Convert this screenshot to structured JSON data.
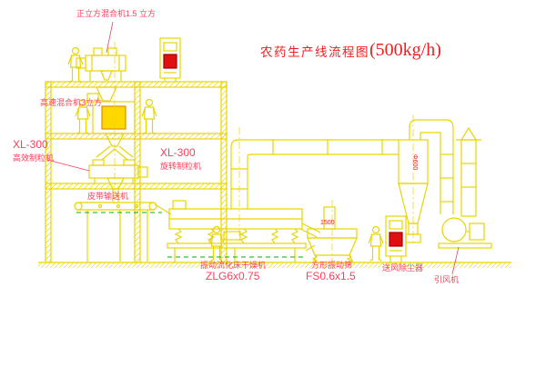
{
  "diagram": {
    "title": {
      "main": "农药生产线流程图",
      "capacity": "(500kg/h)"
    },
    "equipment_labels": {
      "cube_mixer": "正立方混合机1.5 立方",
      "high_speed_mixer": "高速混合机3立方",
      "granulator_left": {
        "model": "XL-300",
        "name": "高效制粒机"
      },
      "granulator_right": {
        "model": "XL-300",
        "name": "旋转制粒机"
      },
      "belt_conveyor": "皮带输送机",
      "fluid_bed_dryer": {
        "name": "振动流化床干燥机",
        "model": "ZLG6x0.75"
      },
      "vibrating_sieve": {
        "name": "方形振动筛",
        "model": "FS0.6x1.5"
      },
      "dust_collector": "送风除尘器",
      "induced_draft_fan": "引风机"
    },
    "dimension_labels": {
      "cyclone": "Φ600",
      "sieve_feed": "1500"
    },
    "colors": {
      "line": "#e8d500",
      "label": "#ff3d5a",
      "title": "#f02020",
      "screen": "#e01010",
      "highlight": "#ffd800",
      "ground_dash": "#00b000",
      "background": "#ffffff"
    }
  }
}
